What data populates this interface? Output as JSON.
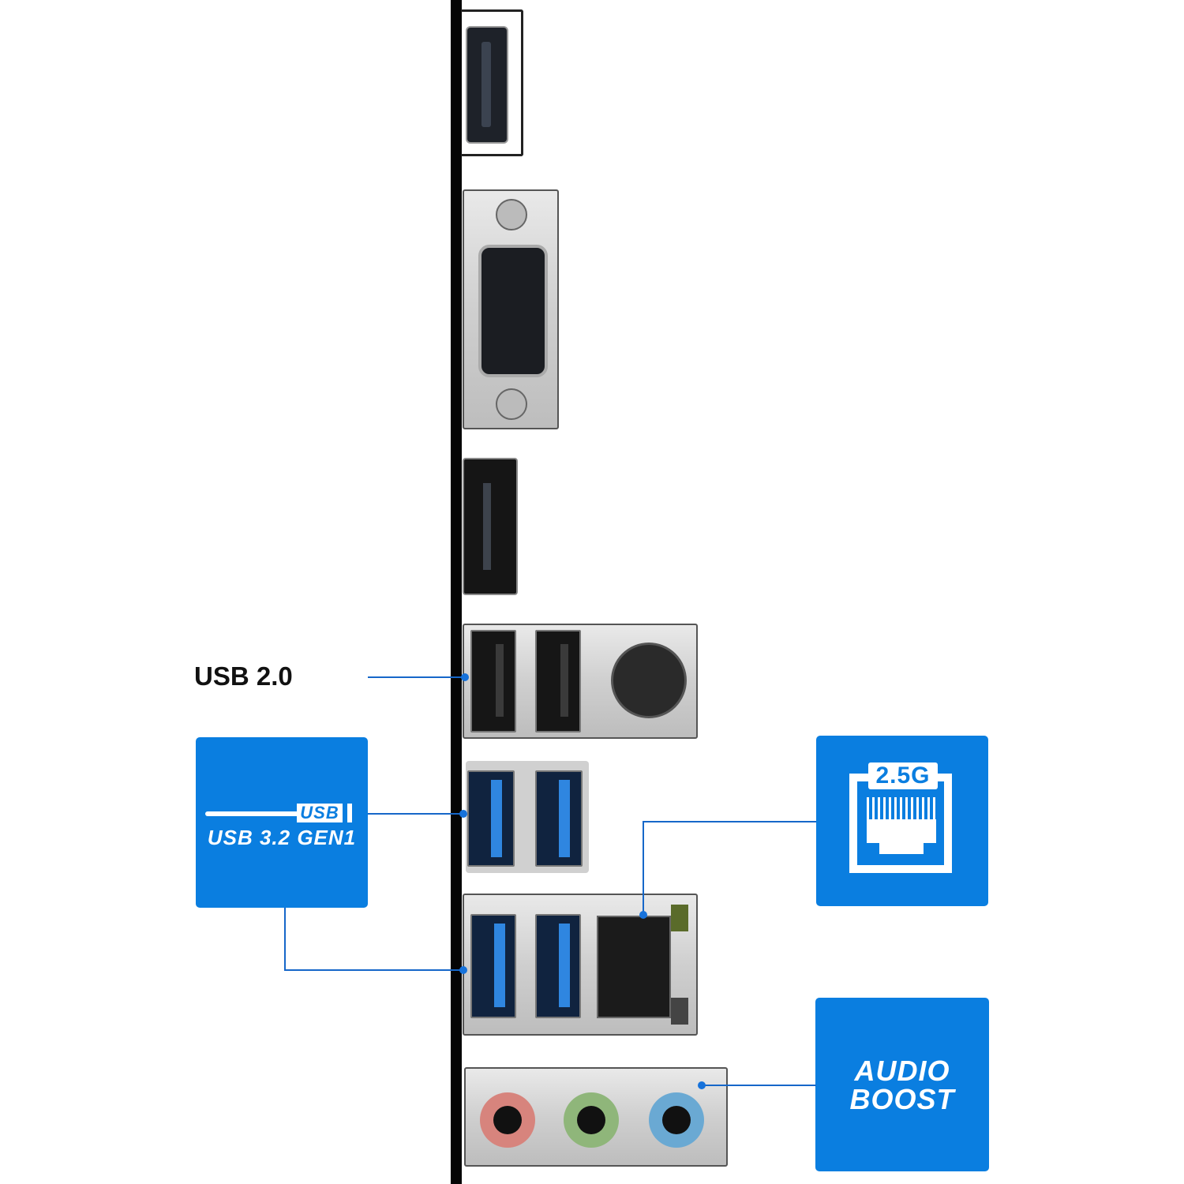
{
  "labels": {
    "usb2": "USB 2.0",
    "usb3_logo": "USB",
    "usb3_text": "USB 3.2 GEN1",
    "lan_speed": "2.5G",
    "audio_line1": "AUDIO",
    "audio_line2": "BOOST"
  },
  "ports": [
    {
      "name": "HDMI"
    },
    {
      "name": "VGA"
    },
    {
      "name": "DisplayPort"
    },
    {
      "name": "USB 2.0 x2 + PS/2"
    },
    {
      "name": "USB 3.2 Gen1 x2"
    },
    {
      "name": "USB 3.2 Gen1 x2 + 2.5G LAN"
    },
    {
      "name": "Audio jacks x3"
    }
  ],
  "colors": {
    "accent": "#0a7ee0",
    "audio_pink": "#d7847d",
    "audio_green": "#8fb67a",
    "audio_blue": "#6aa9d3"
  }
}
